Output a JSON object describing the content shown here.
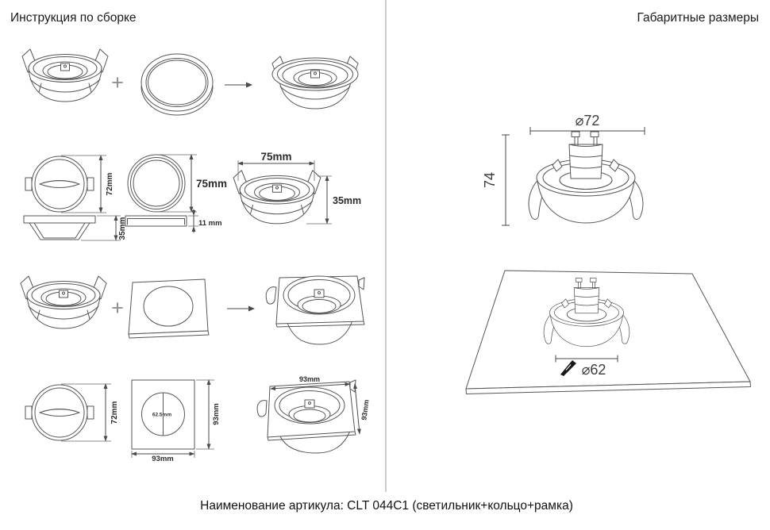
{
  "assembly": {
    "section_title": "Инструкция по сборке",
    "plus_sign": "+",
    "round_kit": {
      "housing_height": "72mm",
      "housing_depth": "35mm",
      "ring_diameter": "75mm",
      "ring_thickness": "11 mm",
      "assembled_diameter": "75mm",
      "assembled_height": "35mm"
    },
    "square_kit": {
      "housing_height": "72mm",
      "hole_diameter": "62.5mm",
      "frame_height": "93mm",
      "frame_width": "93mm",
      "assembled_width": "93mm",
      "assembled_depth": "93mm"
    }
  },
  "overall_dimensions": {
    "section_title": "Габаритные размеры",
    "fixture_diameter": "⌀72",
    "fixture_height": "74",
    "ceiling_cutout_diameter": "⌀62"
  },
  "footer": {
    "article_caption": "Наименование артикула: CLT 044C1 (светильник+кольцо+рамка)"
  }
}
